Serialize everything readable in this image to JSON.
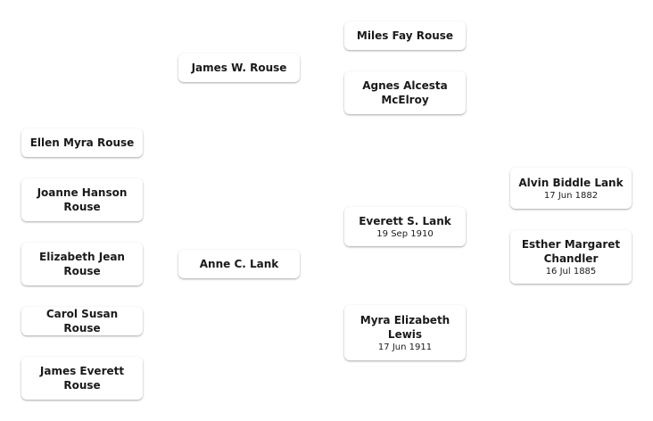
{
  "people": [
    {
      "id": "miles-fay-rouse",
      "name": "Miles Fay  Rouse",
      "date": "",
      "gender": "male"
    },
    {
      "id": "james-w-rouse",
      "name": "James W.  Rouse",
      "date": "",
      "gender": "male"
    },
    {
      "id": "agnes-alcesta-mcelroy",
      "name": "Agnes Alcesta\nMcElroy",
      "date": "",
      "gender": "female"
    },
    {
      "id": "ellen-myra-rouse",
      "name": "Ellen Myra  Rouse",
      "date": "",
      "gender": "female"
    },
    {
      "id": "joanne-hanson-rouse",
      "name": "Joanne Hanson\nRouse",
      "date": "",
      "gender": "female"
    },
    {
      "id": "alvin-biddle-lank",
      "name": "Alvin Biddle  Lank",
      "date": "17 Jun 1882",
      "gender": "male"
    },
    {
      "id": "everett-s-lank",
      "name": "Everett S.  Lank",
      "date": "19 Sep 1910",
      "gender": "male"
    },
    {
      "id": "elizabeth-jean-rouse",
      "name": "Elizabeth Jean\nRouse",
      "date": "",
      "gender": "female"
    },
    {
      "id": "esther-margaret-chandler",
      "name": "Esther Margaret\nChandler",
      "date": "16 Jul 1885",
      "gender": "female"
    },
    {
      "id": "anne-c-lank",
      "name": "Anne C.  Lank",
      "date": "",
      "gender": "female"
    },
    {
      "id": "carol-susan-rouse",
      "name": "Carol Susan  Rouse",
      "date": "",
      "gender": "female"
    },
    {
      "id": "myra-elizabeth-lewis",
      "name": "Myra Elizabeth\nLewis",
      "date": "17 Jun 1911",
      "gender": "female"
    },
    {
      "id": "james-everett-rouse",
      "name": "James Everett\nRouse",
      "date": "",
      "gender": "male"
    }
  ]
}
